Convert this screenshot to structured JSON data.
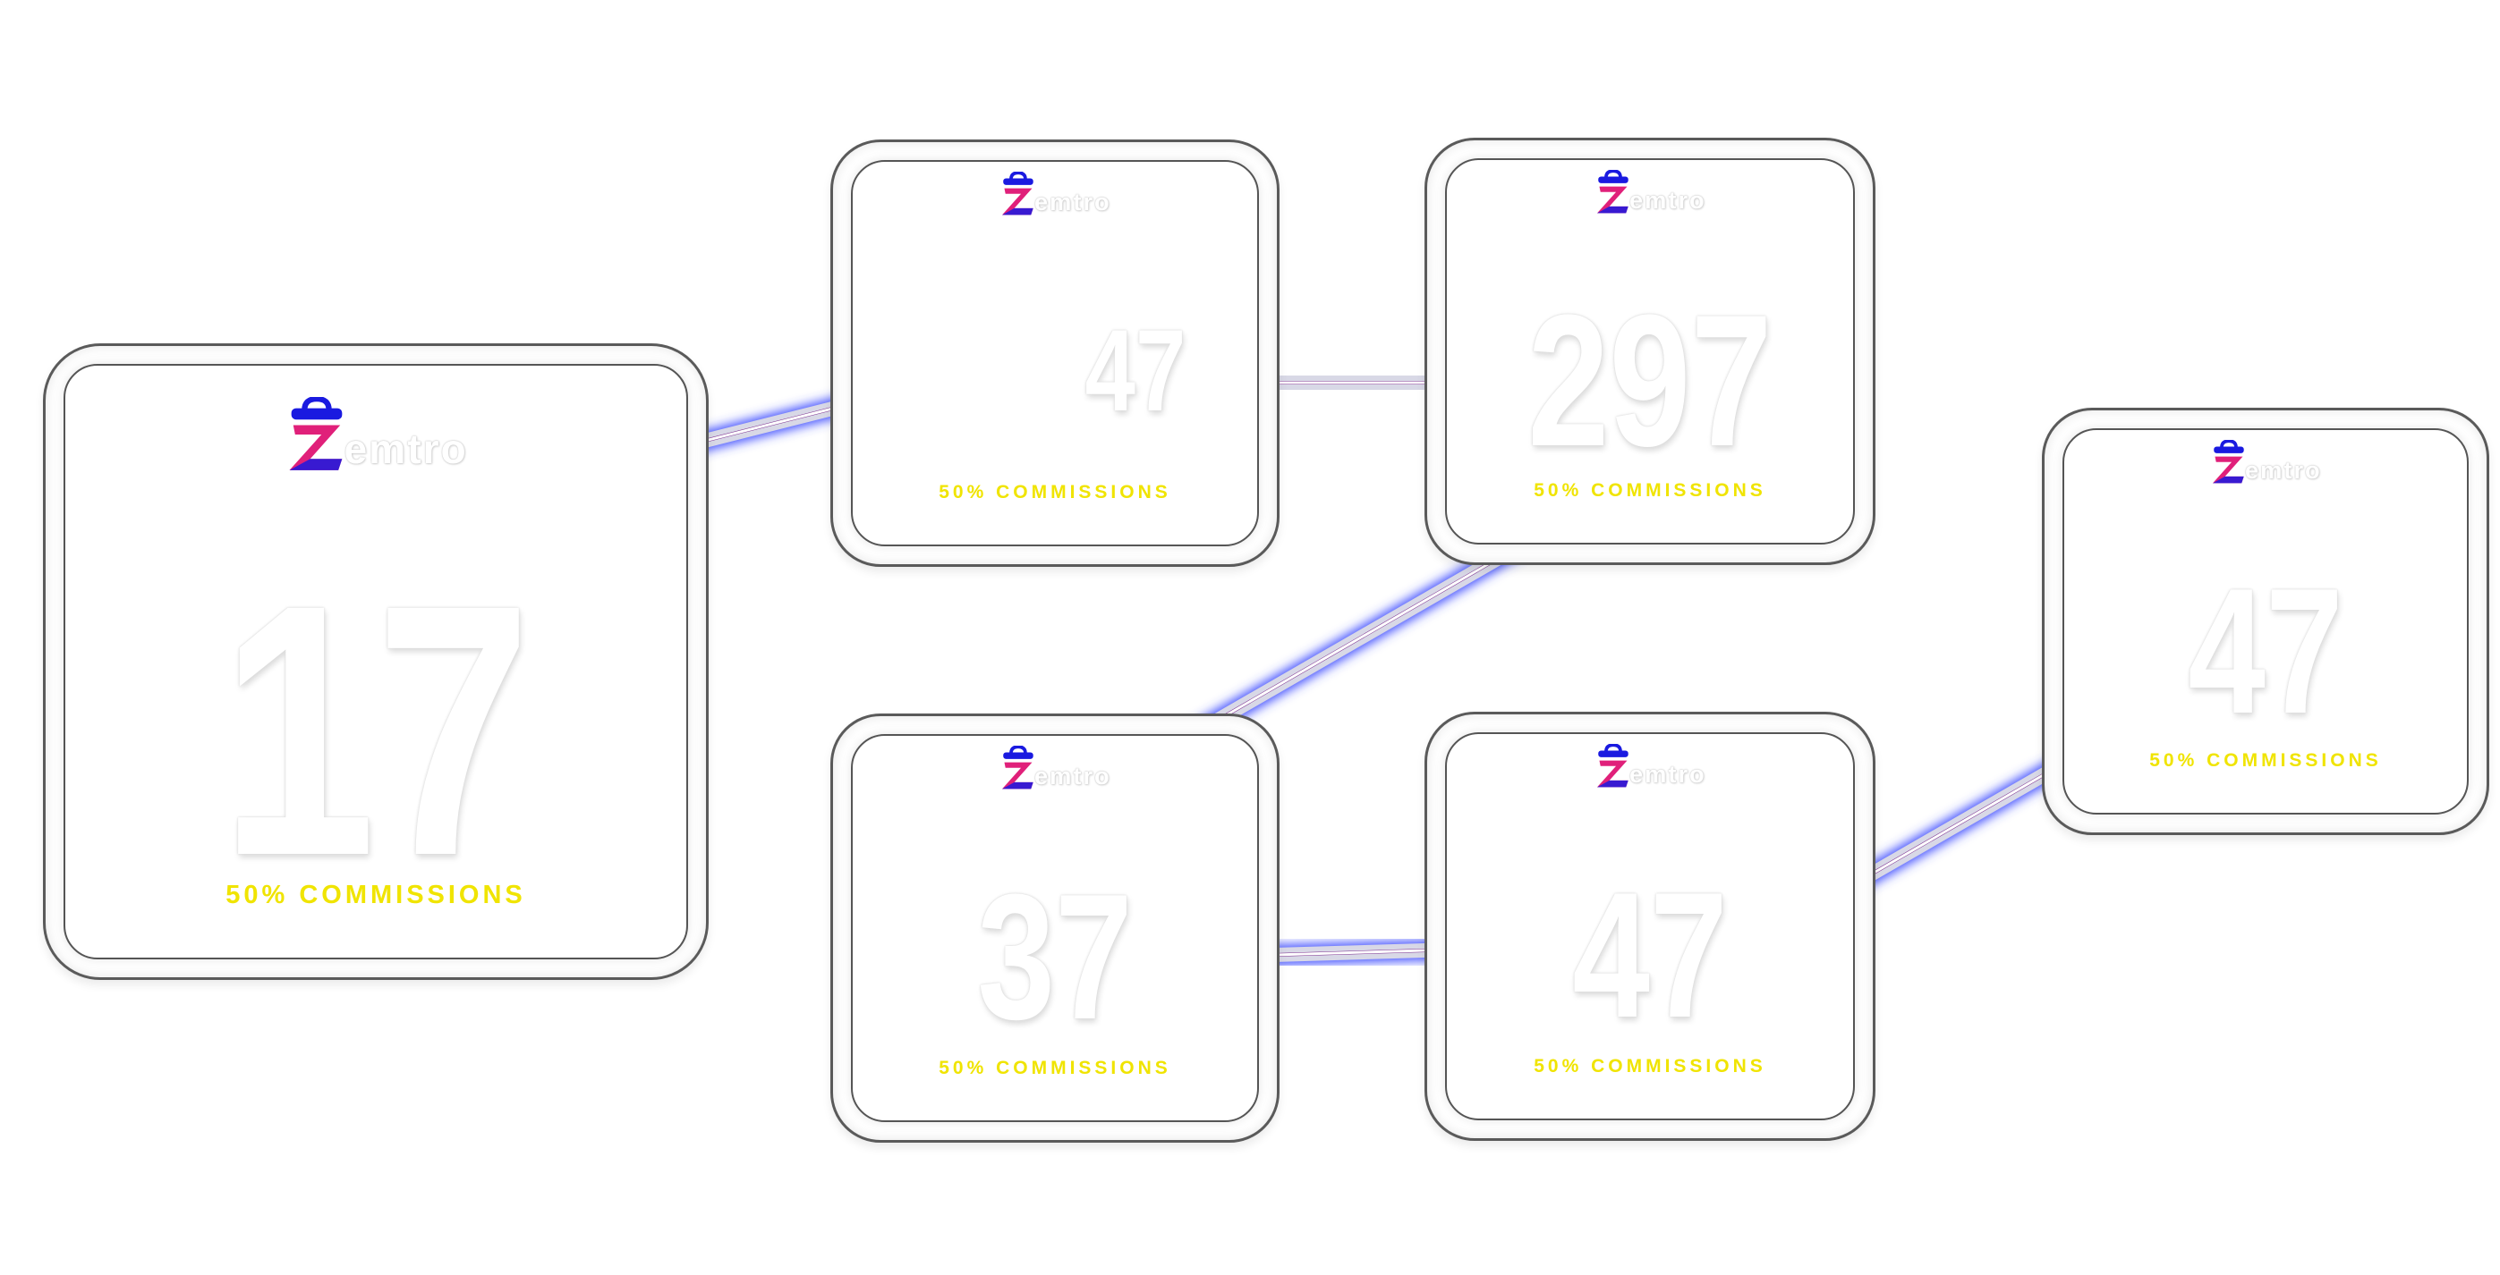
{
  "brand": {
    "name": "zemtro",
    "wordmark": "emtro",
    "colors": {
      "blue": "#1a1ae0",
      "magenta": "#e0207a",
      "caption_yellow": "#f0e400",
      "wire_blue": "#3b48ff",
      "wire_purple": "#7b2d8e"
    }
  },
  "nodes": [
    {
      "id": "n1",
      "price": "17",
      "caption": "50% COMMISSIONS"
    },
    {
      "id": "n2",
      "price": "47",
      "caption": "50% COMMISSIONS"
    },
    {
      "id": "n3",
      "price": "297",
      "caption": "50% COMMISSIONS"
    },
    {
      "id": "n4",
      "price": "37",
      "caption": "50% COMMISSIONS"
    },
    {
      "id": "n5",
      "price": "47",
      "caption": "50% COMMISSIONS"
    },
    {
      "id": "n6",
      "price": "47",
      "caption": "50% COMMISSIONS"
    }
  ],
  "connections": [
    {
      "from": "n1",
      "to": "n2"
    },
    {
      "from": "n2",
      "to": "n3"
    },
    {
      "from": "n3",
      "to": "n4"
    },
    {
      "from": "n4",
      "to": "n5"
    },
    {
      "from": "n5",
      "to": "n6"
    }
  ]
}
